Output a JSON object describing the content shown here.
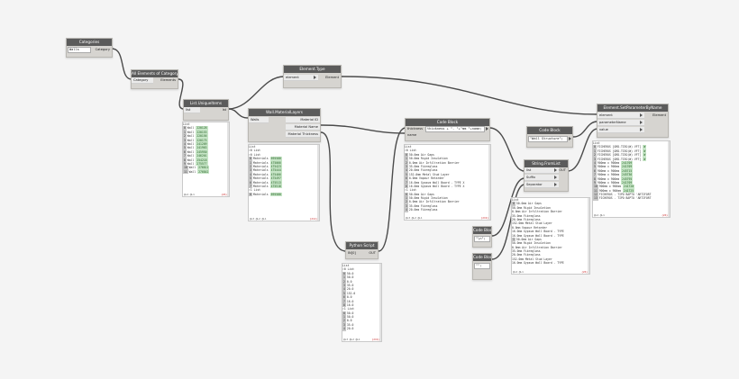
{
  "nodes": {
    "categories": {
      "title": "Categories",
      "value": "Walls",
      "out": "Category"
    },
    "all_elements": {
      "title": "All Elements of Category",
      "in": "Category",
      "out": "Elements"
    },
    "list_lengths": {
      "title": "List.UniqueItems",
      "in": [
        "list",
        "lst"
      ],
      "out": "list",
      "preview": {
        "header": "List",
        "rows": [
          {
            "idx": "0",
            "txt": "Wall",
            "val": "220128"
          },
          {
            "idx": "1",
            "txt": "Wall",
            "val": "220153"
          },
          {
            "idx": "2",
            "txt": "Wall",
            "val": "220156"
          },
          {
            "idx": "3",
            "txt": "Wall",
            "val": "220175"
          },
          {
            "idx": "4",
            "txt": "Wall",
            "val": "241209"
          },
          {
            "idx": "5",
            "txt": "Wall",
            "val": "241963"
          },
          {
            "idx": "6",
            "txt": "Wall",
            "val": "245950"
          },
          {
            "idx": "7",
            "txt": "Wall",
            "val": "246201"
          },
          {
            "idx": "8",
            "txt": "Wall",
            "val": "254218"
          },
          {
            "idx": "9",
            "txt": "Wall",
            "val": "275577"
          },
          {
            "idx": "10",
            "txt": "Wall",
            "val": "276811"
          },
          {
            "idx": "11",
            "txt": "Wall",
            "val": "276842"
          }
        ],
        "foot": "@L2 @L1",
        "foot_r": "{26}"
      }
    },
    "element_type": {
      "title": "Element.Type",
      "in": "element",
      "out": "Element"
    },
    "wall_material": {
      "title": "Wall.MaterialLayers",
      "in": "Walls",
      "out": [
        "Material ID",
        "Material Name",
        "Material Thickness"
      ],
      "preview": {
        "header": "List",
        "rows": [
          {
            "idx": "",
            "txt": "▾0 List",
            "val": ""
          },
          {
            "idx": "",
            "txt": "  ▾0 List",
            "val": ""
          },
          {
            "idx": "0",
            "txt": "Materials",
            "val": "695588"
          },
          {
            "idx": "1",
            "txt": "Materials",
            "val": "475066"
          },
          {
            "idx": "2",
            "txt": "Materials",
            "val": "475423"
          },
          {
            "idx": "3",
            "txt": "Materials",
            "val": "475444"
          },
          {
            "idx": "4",
            "txt": "Materials",
            "val": "475466"
          },
          {
            "idx": "5",
            "txt": "Materials",
            "val": "475497"
          },
          {
            "idx": "6",
            "txt": "Materials",
            "val": "475513"
          },
          {
            "idx": "7",
            "txt": "Materials",
            "val": "475518"
          },
          {
            "idx": "",
            "txt": "  ▾1 List",
            "val": ""
          },
          {
            "idx": "0",
            "txt": "Materials",
            "val": "695588"
          }
        ],
        "foot": "@L3 @L2 @L1",
        "foot_r": "{212}"
      }
    },
    "code_block_main": {
      "title": "Code Block",
      "in": [
        "thickness",
        "name"
      ],
      "code": "thickness + \"- \"+\"mm \"+name;",
      "preview": {
        "header": "List",
        "rows": [
          {
            "idx": "",
            "txt": "▾0 List",
            "val": ""
          },
          {
            "idx": "0",
            "txt": "50.0mm Air Gaps",
            "val": ""
          },
          {
            "idx": "1",
            "txt": "50.0mm Rigid Insulation",
            "val": ""
          },
          {
            "idx": "2",
            "txt": "0.0mm Air Infiltration Barrier",
            "val": ""
          },
          {
            "idx": "3",
            "txt": "35.0mm Fibreglass",
            "val": ""
          },
          {
            "idx": "4",
            "txt": "20.0mm Fibreglass",
            "val": ""
          },
          {
            "idx": "5",
            "txt": "152.0mm Metal Stud Layer",
            "val": ""
          },
          {
            "idx": "6",
            "txt": "0.0mm Vapour Retarder",
            "val": ""
          },
          {
            "idx": "7",
            "txt": "16.0mm Gypsum Wall Board - TYPE X",
            "val": ""
          },
          {
            "idx": "8",
            "txt": "16.0mm Gypsum Wall Board - TYPE X",
            "val": ""
          },
          {
            "idx": "",
            "txt": "▾1 List",
            "val": ""
          },
          {
            "idx": "0",
            "txt": "50.0mm Air Gaps",
            "val": ""
          },
          {
            "idx": "1",
            "txt": "50.0mm Rigid Insulation",
            "val": ""
          },
          {
            "idx": "2",
            "txt": "0.0mm Air Infiltration Barrier",
            "val": ""
          },
          {
            "idx": "3",
            "txt": "35.0mm Fibreglass",
            "val": ""
          },
          {
            "idx": "4",
            "txt": "20.0mm Fibreglass",
            "val": ""
          }
        ],
        "foot": "@L3 @L2 @L1",
        "foot_r": "{219}"
      }
    },
    "code_block_structure": {
      "title": "Code Block",
      "code": "\"Wall Structure\";",
      "out": ">"
    },
    "string_from_list": {
      "title": "String.FromList",
      "in": [
        "list",
        "Suffix",
        "Separator"
      ],
      "out": "OUT",
      "preview": {
        "header": "List",
        "rows": [
          {
            "idx": "0",
            "txt": "50.0mm Air Gaps",
            "val": ""
          },
          {
            "idx": "",
            "txt": "  50.0mm Rigid Insulation",
            "val": ""
          },
          {
            "idx": "",
            "txt": "  0.0mm Air Infiltration Barrier",
            "val": ""
          },
          {
            "idx": "",
            "txt": "  35.0mm Fibreglass",
            "val": ""
          },
          {
            "idx": "",
            "txt": "  20.0mm Fibreglass",
            "val": ""
          },
          {
            "idx": "",
            "txt": "  152.0mm Metal Stud Layer",
            "val": ""
          },
          {
            "idx": "",
            "txt": "  0.0mm Vapour Retarder",
            "val": ""
          },
          {
            "idx": "",
            "txt": "  16.0mm Gypsum Wall Board - TYPE",
            "val": ""
          },
          {
            "idx": "",
            "txt": "  16.0mm Gypsum Wall Board - TYPE",
            "val": ""
          },
          {
            "idx": "1",
            "txt": "50.0mm Air Gaps",
            "val": ""
          },
          {
            "idx": "",
            "txt": "  50.0mm Rigid Insulation",
            "val": ""
          },
          {
            "idx": "",
            "txt": "  0.0mm Air Infiltration Barrier",
            "val": ""
          },
          {
            "idx": "",
            "txt": "  35.0mm Fibreglass",
            "val": ""
          },
          {
            "idx": "",
            "txt": "  20.0mm Fibreglass",
            "val": ""
          },
          {
            "idx": "",
            "txt": "  152.0mm Metal Stud Layer",
            "val": ""
          },
          {
            "idx": "",
            "txt": "  16.0mm Gypsum Wall Board - TYPE",
            "val": ""
          }
        ],
        "foot": "@L2 @L1",
        "foot_r": "{26}"
      }
    },
    "code_block_a": {
      "title": "Code Block",
      "code": "\"\\n\";"
    },
    "code_block_b": {
      "title": "Code Block",
      "code": "\"\";"
    },
    "python_script": {
      "title": "Python Script",
      "in": "IN[0]",
      "out": "OUT",
      "preview": {
        "header": "List",
        "rows": [
          {
            "idx": "",
            "txt": "▾0 List",
            "val": ""
          },
          {
            "idx": "0",
            "txt": "50.0",
            "val": ""
          },
          {
            "idx": "1",
            "txt": "50.0",
            "val": ""
          },
          {
            "idx": "2",
            "txt": "0.0",
            "val": ""
          },
          {
            "idx": "3",
            "txt": "35.0",
            "val": ""
          },
          {
            "idx": "4",
            "txt": "20.0",
            "val": ""
          },
          {
            "idx": "5",
            "txt": "152.0",
            "val": ""
          },
          {
            "idx": "6",
            "txt": "0.0",
            "val": ""
          },
          {
            "idx": "7",
            "txt": "16.0",
            "val": ""
          },
          {
            "idx": "8",
            "txt": "16.0",
            "val": ""
          },
          {
            "idx": "",
            "txt": "▾1 List",
            "val": ""
          },
          {
            "idx": "0",
            "txt": "50.0",
            "val": ""
          },
          {
            "idx": "1",
            "txt": "50.0",
            "val": ""
          },
          {
            "idx": "2",
            "txt": "0.0",
            "val": ""
          },
          {
            "idx": "3",
            "txt": "35.0",
            "val": ""
          },
          {
            "idx": "4",
            "txt": "20.0",
            "val": ""
          }
        ],
        "foot": "@L3 @L2 @L1",
        "foot_r": "{219}"
      }
    },
    "set_parameter": {
      "title": "Element.SetParameterByName",
      "in": [
        "element",
        "parameterName",
        "value"
      ],
      "out": "Element",
      "preview": {
        "header": "List",
        "rows": [
          {
            "idx": "0",
            "txt": "FICHEROS   [ORD-TIEO(W) VFT]",
            "val": "W"
          },
          {
            "idx": "1",
            "txt": "FICHEROS   [ORD-TIEO(W) VFT]",
            "val": "W"
          },
          {
            "idx": "2",
            "txt": "FICHEROS   [ORD-TIEO(W) VFT]",
            "val": "W"
          },
          {
            "idx": "3",
            "txt": "FICHEROS   [ORD-TIEO(W) VFT]",
            "val": "W"
          },
          {
            "idx": "4",
            "txt": "900mm x 900mm",
            "val": "241709"
          },
          {
            "idx": "5",
            "txt": "900mm x 900mm",
            "val": "241709"
          },
          {
            "idx": "6",
            "txt": "900mm x 900mm",
            "val": "245715"
          },
          {
            "idx": "7",
            "txt": "900mm x 900mm",
            "val": "245736"
          },
          {
            "idx": "8",
            "txt": "900mm x 900mm",
            "val": "245795"
          },
          {
            "idx": "9",
            "txt": "900mm x 900mm",
            "val": "241709"
          },
          {
            "idx": "10",
            "txt": "900mm x 900mm",
            "val": "241720"
          },
          {
            "idx": "11",
            "txt": "900mm x 900mm",
            "val": "241725"
          },
          {
            "idx": "12",
            "txt": "FICHEROS  - TIPO BAPTO 'ARTIFORT",
            "val": ""
          },
          {
            "idx": "13",
            "txt": "FICHEROS  - TIPO BAPTO 'ARTIFORT",
            "val": ""
          }
        ],
        "foot": "@L2 @L1",
        "foot_r": "{26}"
      }
    }
  }
}
